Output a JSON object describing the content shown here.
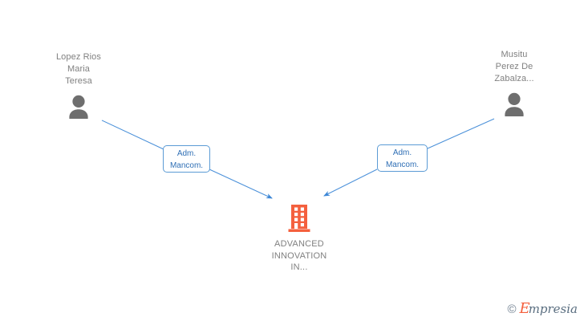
{
  "graph": {
    "background_color": "#ffffff",
    "edge_color": "#4a90d9",
    "person_color": "#6e6e6e",
    "company_color": "#f4603e",
    "text_color": "#808080",
    "label_border_color": "#5b9bd5",
    "label_text_color": "#2f6fb5",
    "persons": [
      {
        "id": "person-left",
        "name": "Lopez Rios\nMaria\nTeresa",
        "icon": "person-icon"
      },
      {
        "id": "person-right",
        "name": "Musitu\nPerez De\nZabalza...",
        "icon": "person-icon"
      }
    ],
    "company": {
      "id": "company-center",
      "name": "ADVANCED\nINNOVATION\nIN...",
      "icon": "building-icon"
    },
    "relations": [
      {
        "id": "relation-left",
        "label": "Adm.\nMancom.",
        "from": "person-left",
        "to": "company-center"
      },
      {
        "id": "relation-right",
        "label": "Adm.\nMancom.",
        "from": "person-right",
        "to": "company-center"
      }
    ]
  },
  "watermark": {
    "copyright": "©",
    "brand_initial": "E",
    "brand_rest": "mpresia"
  }
}
